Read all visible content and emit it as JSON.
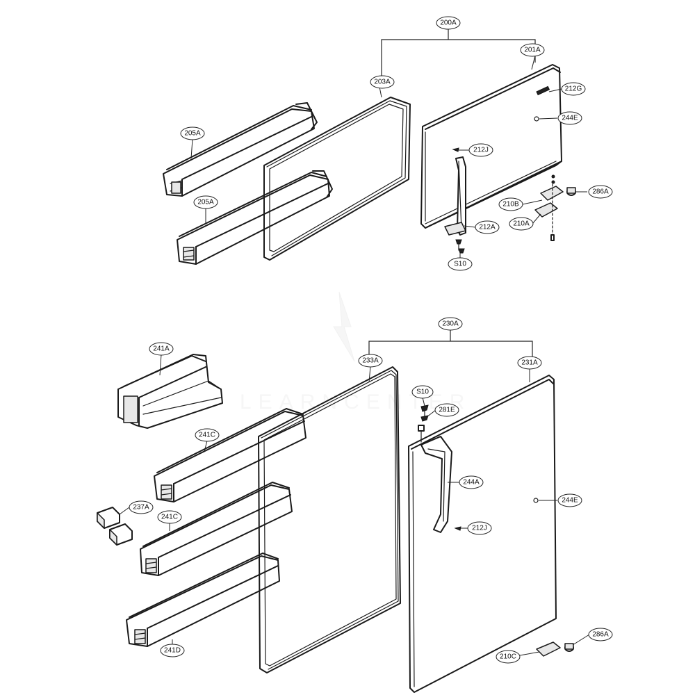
{
  "labels": [
    {
      "id": "200A",
      "text": "200A"
    },
    {
      "id": "201A",
      "text": "201A"
    },
    {
      "id": "203A",
      "text": "203A"
    },
    {
      "id": "212G",
      "text": "212G"
    },
    {
      "id": "244E_top",
      "text": "244E"
    },
    {
      "id": "205A_1",
      "text": "205A"
    },
    {
      "id": "205A_2",
      "text": "205A"
    },
    {
      "id": "212J_top",
      "text": "212J"
    },
    {
      "id": "286A_top",
      "text": "286A"
    },
    {
      "id": "210B",
      "text": "210B"
    },
    {
      "id": "212A",
      "text": "212A"
    },
    {
      "id": "210A",
      "text": "210A"
    },
    {
      "id": "S10_top",
      "text": "S10"
    },
    {
      "id": "230A",
      "text": "230A"
    },
    {
      "id": "241A",
      "text": "241A"
    },
    {
      "id": "233A",
      "text": "233A"
    },
    {
      "id": "231A",
      "text": "231A"
    },
    {
      "id": "S10_bottom",
      "text": "S10"
    },
    {
      "id": "281E",
      "text": "281E"
    },
    {
      "id": "241C_1",
      "text": "241C"
    },
    {
      "id": "244A",
      "text": "244A"
    },
    {
      "id": "237A",
      "text": "237A"
    },
    {
      "id": "244E_bottom",
      "text": "244E"
    },
    {
      "id": "241C_2",
      "text": "241C"
    },
    {
      "id": "212J_bottom",
      "text": "212J"
    },
    {
      "id": "241D",
      "text": "241D"
    },
    {
      "id": "286A_bottom",
      "text": "286A"
    },
    {
      "id": "210C",
      "text": "210C"
    }
  ]
}
